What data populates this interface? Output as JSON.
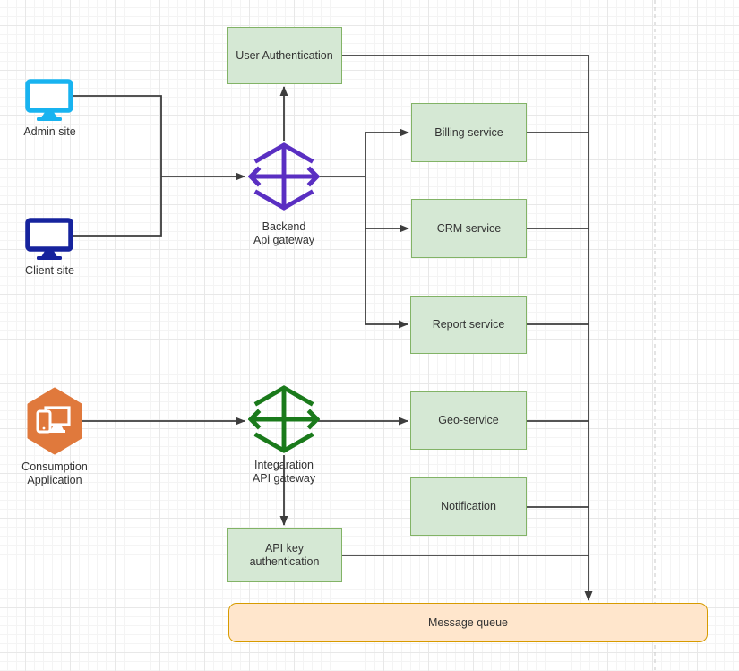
{
  "nodes": {
    "admin_site": {
      "label": "Admin site"
    },
    "client_site": {
      "label": "Client site"
    },
    "consumption_app": {
      "line1": "Consumption",
      "line2": "Application"
    },
    "backend_gateway": {
      "line1": "Backend",
      "line2": "Api gateway"
    },
    "integration_gateway": {
      "line1": "Integaration",
      "line2": "API gateway"
    },
    "user_auth": {
      "label": "User Authentication"
    },
    "billing": {
      "label": "Billing service"
    },
    "crm": {
      "label": "CRM service"
    },
    "report": {
      "label": "Report service"
    },
    "geo": {
      "label": "Geo-service"
    },
    "notification": {
      "label": "Notification"
    },
    "api_key_auth": {
      "label": "API key authentication"
    },
    "message_queue": {
      "label": "Message queue"
    }
  },
  "icons": {
    "admin_site": "monitor-icon",
    "client_site": "monitor-icon",
    "consumption_app": "hexagon-devices-icon",
    "backend_gateway": "api-gateway-icon",
    "integration_gateway": "api-gateway-icon"
  },
  "colors": {
    "green_fill": "#d5e8d4",
    "green_stroke": "#82b366",
    "orange_fill": "#ffe6cc",
    "orange_stroke": "#d79b00",
    "purple_icon": "#5a2fc2",
    "green_icon": "#1a7a1b",
    "cyan_icon": "#18b3f0",
    "navy_icon": "#16239d",
    "hex_icon": "#e0793c",
    "wire": "#3d3d3d",
    "dashed_guide": "#c9c9c9",
    "text": "#333333",
    "grid_minor": "#f4f4f4",
    "grid_major": "#e8e8e8"
  }
}
